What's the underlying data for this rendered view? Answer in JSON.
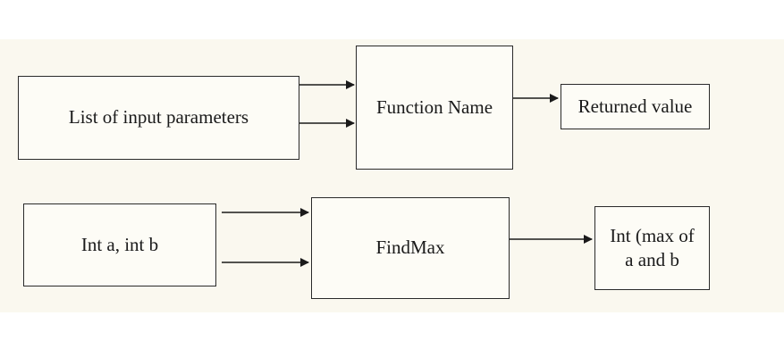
{
  "diagram": {
    "top_row": {
      "inputs": "List of input parameters",
      "function": "Function Name",
      "output": "Returned value"
    },
    "bottom_row": {
      "inputs": "Int a, int b",
      "function": "FindMax",
      "output_line1": "Int (max of",
      "output_line2": "a and b"
    }
  }
}
